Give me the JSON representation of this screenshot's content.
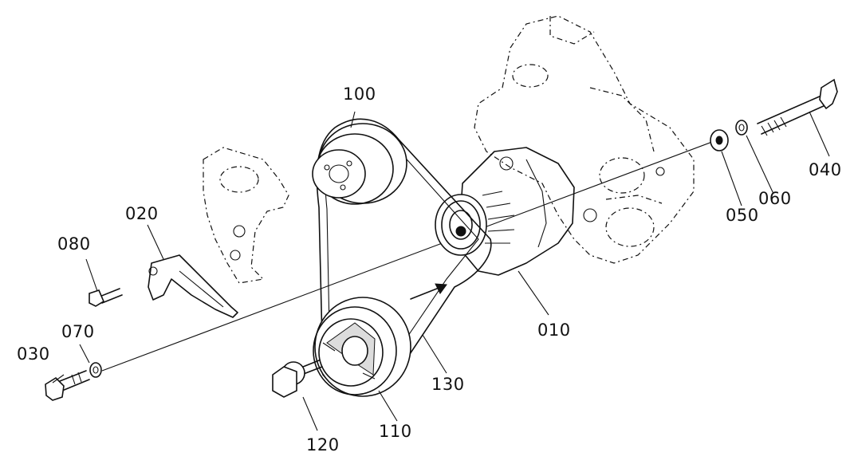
{
  "diagram": {
    "labels": {
      "p010": "010",
      "p020": "020",
      "p030": "030",
      "p040": "040",
      "p050": "050",
      "p060": "060",
      "p070": "070",
      "p080": "080",
      "p100": "100",
      "p110": "110",
      "p120": "120",
      "p130": "130"
    }
  }
}
